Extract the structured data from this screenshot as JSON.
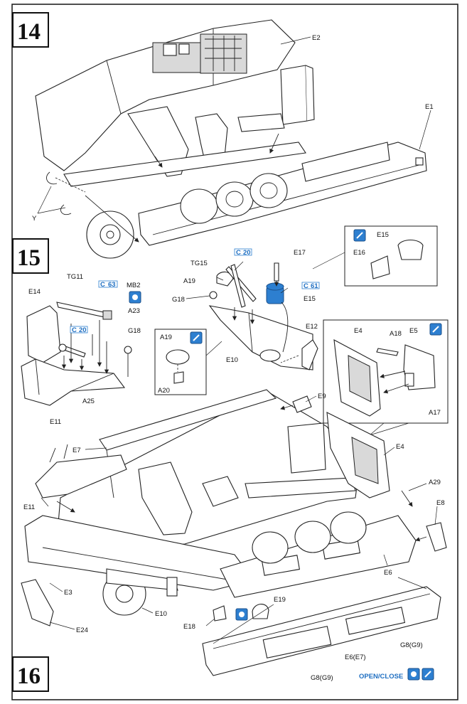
{
  "steps": [
    {
      "number": "14"
    },
    {
      "number": "15"
    },
    {
      "number": "16"
    }
  ],
  "step14": {
    "labels": [
      "E2",
      "E1",
      "Y"
    ]
  },
  "step15": {
    "labels": [
      "TG11",
      "MB2",
      "A23",
      "E14",
      "G18",
      "A25",
      "E11",
      "A19",
      "A20",
      "TG15",
      "E17",
      "E15",
      "E16",
      "A19",
      "G18",
      "E10",
      "E12",
      "E4",
      "A18",
      "E5",
      "A17",
      "E15"
    ],
    "refs": [
      {
        "sprue": "C",
        "num": "63"
      },
      {
        "sprue": "C",
        "num": "20"
      },
      {
        "sprue": "C",
        "num": "20"
      },
      {
        "sprue": "C",
        "num": "61"
      }
    ]
  },
  "step16": {
    "labels": [
      "E9",
      "E7",
      "E4",
      "A29",
      "E8",
      "E11",
      "E3",
      "E24",
      "E10",
      "E18",
      "E19",
      "E6",
      "G8(G9)",
      "E6(E7)",
      "G8(G9)"
    ],
    "open_close": "OPEN/CLOSE"
  },
  "colors": {
    "accent": "#2d7fd0",
    "ink": "#222222"
  }
}
